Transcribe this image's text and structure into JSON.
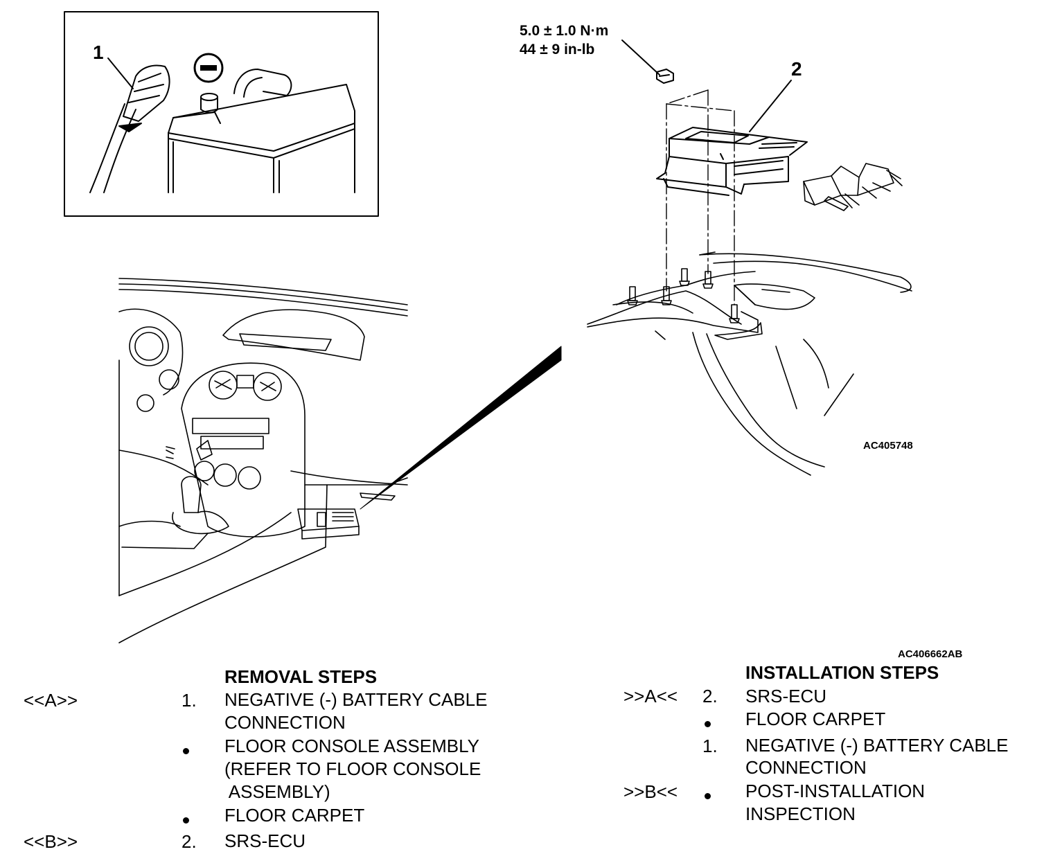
{
  "figure": {
    "callout_1": "1",
    "callout_2": "2",
    "torque_nm": "5.0 ± 1.0 N·m",
    "torque_inlb": "44 ± 9 in-lb",
    "detail_code": "AC405748",
    "figure_code": "AC406662AB"
  },
  "removal": {
    "title": "REMOVAL STEPS",
    "steps": [
      {
        "marker": "<<A>>",
        "num": "1.",
        "lines": [
          "NEGATIVE (-) BATTERY CABLE",
          "CONNECTION"
        ]
      },
      {
        "marker": "",
        "num": "",
        "lines": [
          "FLOOR CONSOLE ASSEMBLY",
          "(REFER TO FLOOR  CONSOLE",
          " ASSEMBLY)"
        ]
      },
      {
        "marker": "",
        "num": "",
        "lines": [
          "FLOOR CARPET"
        ]
      },
      {
        "marker": "<<B>>",
        "num": "2.",
        "lines": [
          "SRS-ECU"
        ]
      }
    ]
  },
  "installation": {
    "title": "INSTALLATION STEPS",
    "steps": [
      {
        "marker": ">>A<<",
        "num": "2.",
        "lines": [
          "SRS-ECU"
        ]
      },
      {
        "marker": "",
        "num": "",
        "lines": [
          "FLOOR CARPET"
        ]
      },
      {
        "marker": "",
        "num": "1.",
        "lines": [
          "NEGATIVE (-) BATTERY CABLE",
          "CONNECTION"
        ]
      },
      {
        "marker": ">>B<<",
        "num": "",
        "lines": [
          "POST-INSTALLATION",
          "INSPECTION"
        ]
      }
    ]
  }
}
